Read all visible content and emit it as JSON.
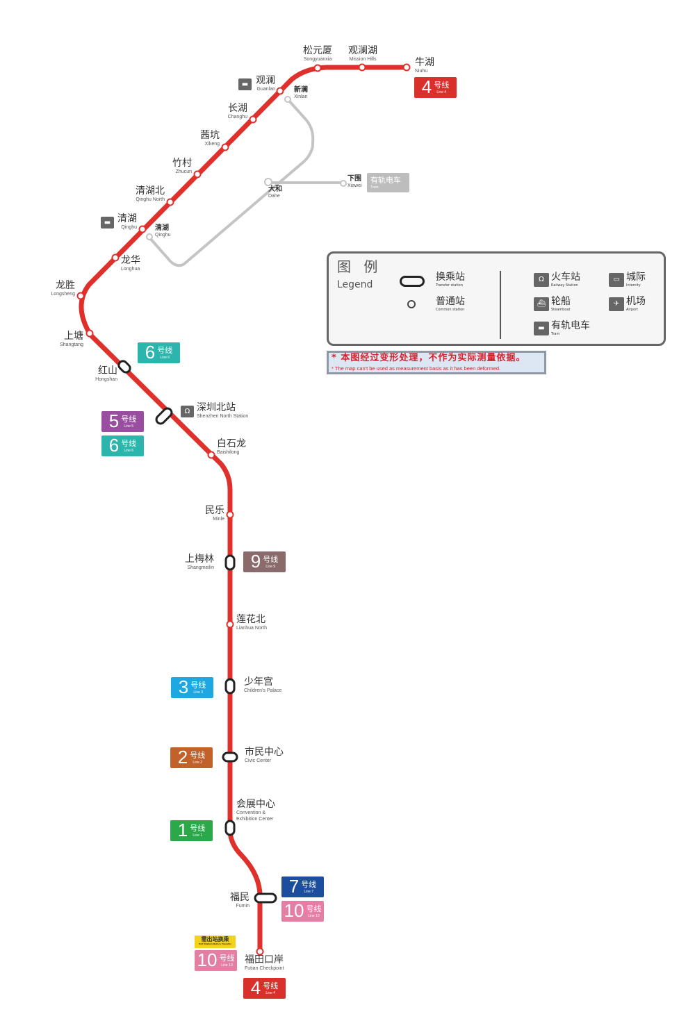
{
  "stations": {
    "niuhu": {
      "zh": "牛湖",
      "en": "Niuhu"
    },
    "mission_hills": {
      "zh": "观澜湖",
      "en": "Mission Hills"
    },
    "songyuanxia": {
      "zh": "松元厦",
      "en": "Songyuanxia"
    },
    "guanlan": {
      "zh": "观澜",
      "en": "Guanlan"
    },
    "changhu": {
      "zh": "长湖",
      "en": "Changhu"
    },
    "xikeng": {
      "zh": "茜坑",
      "en": "Xikeng"
    },
    "zhucun": {
      "zh": "竹村",
      "en": "Zhucun"
    },
    "qinghu_north": {
      "zh": "清湖北",
      "en": "Qinghu North"
    },
    "qinghu": {
      "zh": "清湖",
      "en": "Qinghu"
    },
    "longhua": {
      "zh": "龙华",
      "en": "Longhua"
    },
    "longsheng": {
      "zh": "龙胜",
      "en": "Longsheng"
    },
    "shangtang": {
      "zh": "上塘",
      "en": "Shangtang"
    },
    "hongshan": {
      "zh": "红山",
      "en": "Hongshan"
    },
    "shenzhen_north": {
      "zh": "深圳北站",
      "en": "Shenzhen North Station"
    },
    "baishilong": {
      "zh": "白石龙",
      "en": "Baishilong"
    },
    "minle": {
      "zh": "民乐",
      "en": "Minle"
    },
    "shangmeilin": {
      "zh": "上梅林",
      "en": "Shangmeilin"
    },
    "lianhua_north": {
      "zh": "莲花北",
      "en": "Lianhua North"
    },
    "childrens_palace": {
      "zh": "少年宫",
      "en": "Children's Palace"
    },
    "civic_center": {
      "zh": "市民中心",
      "en": "Civic Center"
    },
    "convention": {
      "zh": "会展中心",
      "en": "Convention &",
      "en2": "Exhibition Center"
    },
    "fumin": {
      "zh": "福民",
      "en": "Fumin"
    },
    "futian_checkpoint": {
      "zh": "福田口岸",
      "en": "Futian Checkpoint"
    }
  },
  "tram_stations": {
    "xinlan": {
      "zh": "新澜",
      "en": "Xinlan"
    },
    "dahe": {
      "zh": "大和",
      "en": "Dahe"
    },
    "xiawei": {
      "zh": "下围",
      "en": "Xiawei"
    },
    "qinghu": {
      "zh": "清湖",
      "en": "Qinghu"
    }
  },
  "badges": {
    "line4_top": {
      "num": "4",
      "hx": "号线",
      "line": "Line 4",
      "color": "#d9302c"
    },
    "line6_hongshan": {
      "num": "6",
      "hx": "号线",
      "line": "Line 6",
      "color": "#2bb5ac"
    },
    "line5": {
      "num": "5",
      "hx": "号线",
      "line": "Line 5",
      "color": "#9a4ea0"
    },
    "line6": {
      "num": "6",
      "hx": "号线",
      "line": "Line 6",
      "color": "#2bb5ac"
    },
    "line9": {
      "num": "9",
      "hx": "号线",
      "line": "Line 9",
      "color": "#8a6a6a"
    },
    "line3": {
      "num": "3",
      "hx": "号线",
      "line": "Line 3",
      "color": "#1ea7e1"
    },
    "line2": {
      "num": "2",
      "hx": "号线",
      "line": "Line 2",
      "color": "#c2622b"
    },
    "line1": {
      "num": "1",
      "hx": "号线",
      "line": "Line 1",
      "color": "#2aa84a"
    },
    "line7": {
      "num": "7",
      "hx": "号线",
      "line": "Line 7",
      "color": "#1d4e9e"
    },
    "line10_fumin": {
      "num": "10",
      "hx": "号线",
      "line": "Line 10",
      "color": "#e47ea2"
    },
    "line10_futian": {
      "num": "10",
      "hx": "号线",
      "line": "Line 10",
      "color": "#e47ea2"
    },
    "line4_bottom": {
      "num": "4",
      "hx": "号线",
      "line": "Line 4",
      "color": "#d9302c"
    },
    "tram": {
      "zh": "有轨电车",
      "en": "Tram",
      "color": "#bdbdbd"
    }
  },
  "exit_transfer_tag": {
    "zh": "需出站换乘",
    "en": "Exit Station Before Transfer"
  },
  "legend": {
    "title_zh": "图 例",
    "title_en": "Legend",
    "items": [
      {
        "zh": "换乘站",
        "en": "Transfer station"
      },
      {
        "zh": "普通站",
        "en": "Common station"
      },
      {
        "zh": "火车站",
        "en": "Railway Station",
        "icon": "railway-icon"
      },
      {
        "zh": "城际",
        "en": "Intercity",
        "icon": "intercity-icon"
      },
      {
        "zh": "轮船",
        "en": "Steamboat",
        "icon": "steamboat-icon"
      },
      {
        "zh": "机场",
        "en": "Airport",
        "icon": "airport-icon"
      },
      {
        "zh": "有轨电车",
        "en": "Tram",
        "icon": "tram-icon"
      }
    ]
  },
  "disclaimer": {
    "zh": "* 本图经过变形处理，不作为实际测量依据。",
    "en": "*   The map can't be used as measurement basis as it has been deformed."
  },
  "colors": {
    "line4": "#e0302b",
    "tram": "#c4c4c4",
    "transfer_outline": "#222222"
  }
}
